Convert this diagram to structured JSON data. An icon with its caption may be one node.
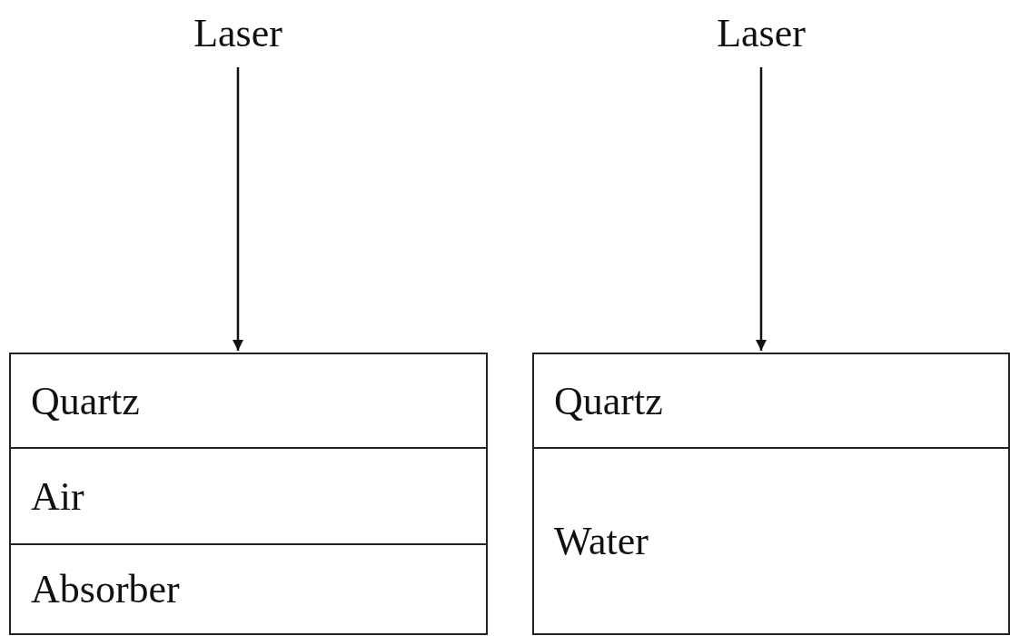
{
  "diagram": {
    "nodes": [
      {
        "text": [
          "Laser"
        ]
      },
      {
        "text": [
          "Laser"
        ]
      },
      {
        "text": [
          "Quartz"
        ]
      },
      {
        "text": [
          "Air"
        ]
      },
      {
        "text": [
          "Absorber"
        ]
      },
      {
        "text": [
          "Quartz"
        ]
      },
      {
        "text": [
          "Water"
        ]
      }
    ],
    "edges": [
      {
        "from": 0,
        "to": 2,
        "arrow": "to"
      },
      {
        "from": 1,
        "to": 5,
        "arrow": "to"
      }
    ]
  }
}
